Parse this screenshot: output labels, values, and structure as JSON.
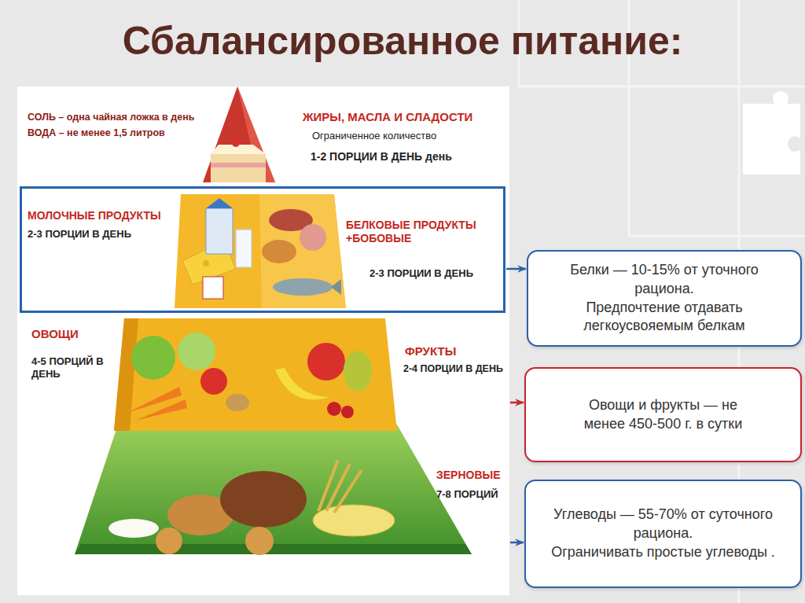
{
  "diagram": {
    "title": "Сбалансированное питание:",
    "nodes": [
      {
        "text": [
          "СОЛЬ – одна чайная ложка в день",
          "ВОДА – не менее 1,5 литров",
          "ЖИРЫ, МАСЛА И СЛАДОСТИ",
          "Ограниченное количество",
          "1-2 ПОРЦИИ В ДЕНЬ день"
        ]
      },
      {
        "text": [
          "МОЛОЧНЫЕ ПРОДУКТЫ",
          "2-3 ПОРЦИИ В ДЕНЬ",
          "БЕЛКОВЫЕ ПРОДУКТЫ +БОБОВЫЕ",
          "2-3 ПОРЦИИ В ДЕНЬ"
        ]
      },
      {
        "text": [
          "ОВОЩИ",
          "4-5 ПОРЦИЙ В ДЕНЬ",
          "ФРУКТЫ",
          "2-4 ПОРЦИИ В ДЕНЬ"
        ]
      },
      {
        "text": [
          "ЗЕРНОВЫЕ",
          "7-8 ПОРЦИЙ"
        ]
      },
      {
        "text": [
          "Белки — 10-15% от уточного рациона.",
          "Предпочтение отдавать легкоусвояемым белкам"
        ]
      },
      {
        "text": [
          "Овощи и фрукты — не менее 450-500 г. в сутки"
        ]
      },
      {
        "text": [
          "Углеводы — 55-70% от суточного рациона.",
          "Ограничивать простые углеводы ."
        ]
      }
    ],
    "edges": [
      {
        "from": 1,
        "to": 4,
        "arrow": "to"
      },
      {
        "from": 2,
        "to": 5,
        "arrow": "to"
      },
      {
        "from": 3,
        "to": 6,
        "arrow": "to"
      }
    ]
  }
}
